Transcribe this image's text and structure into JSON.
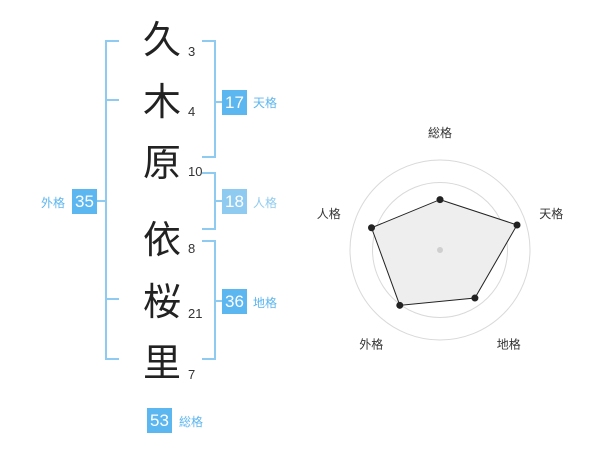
{
  "name": {
    "characters": [
      {
        "char": "久",
        "strokes": "3"
      },
      {
        "char": "木",
        "strokes": "4"
      },
      {
        "char": "原",
        "strokes": "10"
      },
      {
        "char": "依",
        "strokes": "8"
      },
      {
        "char": "桜",
        "strokes": "21"
      },
      {
        "char": "里",
        "strokes": "7"
      }
    ]
  },
  "kaku": {
    "tenkaku": {
      "value": "17",
      "label": "天格"
    },
    "jinkaku": {
      "value": "18",
      "label": "人格"
    },
    "chikaku": {
      "value": "36",
      "label": "地格"
    },
    "gaikaku": {
      "value": "35",
      "label": "外格"
    },
    "soukaku": {
      "value": "53",
      "label": "総格"
    }
  },
  "colors": {
    "bracket": "#8fcbf0",
    "badge_primary": "#5cb6f0",
    "badge_light": "#8fcbf0",
    "label_text": "#5cb6f0"
  },
  "chart_data": {
    "type": "radar",
    "axes": [
      "総格",
      "天格",
      "地格",
      "外格",
      "人格"
    ],
    "values": [
      0.56,
      0.9,
      0.66,
      0.76,
      0.8
    ],
    "rings": 4,
    "grid": true
  }
}
